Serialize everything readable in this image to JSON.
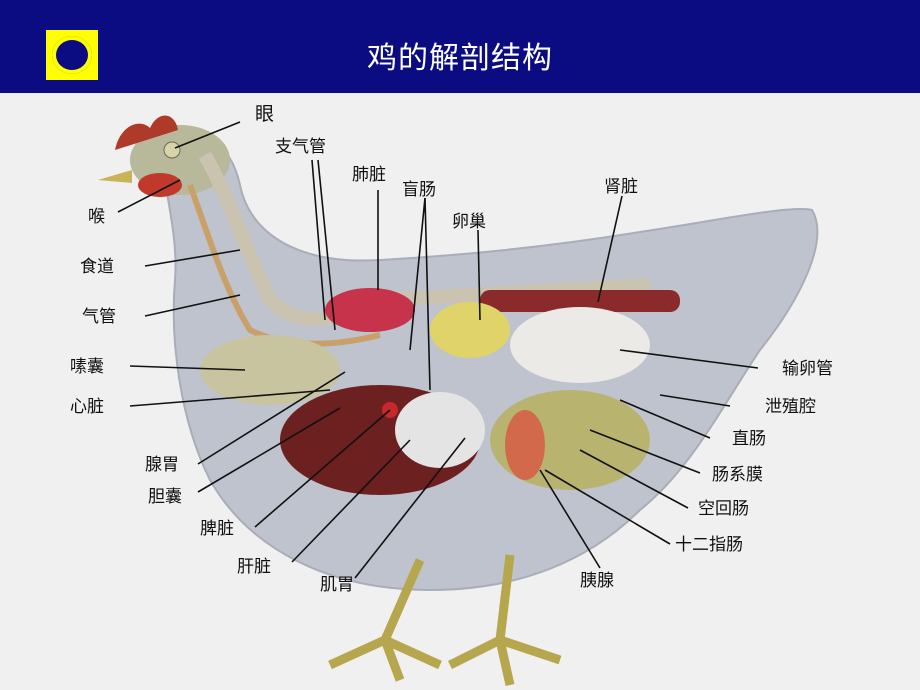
{
  "header": {
    "title": "鸡的解剖结构"
  },
  "labels": {
    "eye": "眼",
    "bronchus": "支气管",
    "lung": "肺脏",
    "cecum": "盲肠",
    "ovary": "卵巢",
    "kidney": "肾脏",
    "larynx": "喉",
    "esophagus": "食道",
    "trachea": "气管",
    "crop": "嗉囊",
    "heart": "心脏",
    "proventriculus": "腺胃",
    "gallbladder": "胆囊",
    "spleen": "脾脏",
    "liver": "肝脏",
    "gizzard": "肌胃",
    "oviduct": "输卵管",
    "cloaca": "泄殖腔",
    "rectum": "直肠",
    "mesentery": "肠系膜",
    "jejunum_ileum": "空回肠",
    "duodenum": "十二指肠",
    "pancreas": "胰腺"
  },
  "colors": {
    "header_bg": "#0b0b82",
    "logo_yellow": "#ffff00",
    "title_text": "#ffffff"
  }
}
